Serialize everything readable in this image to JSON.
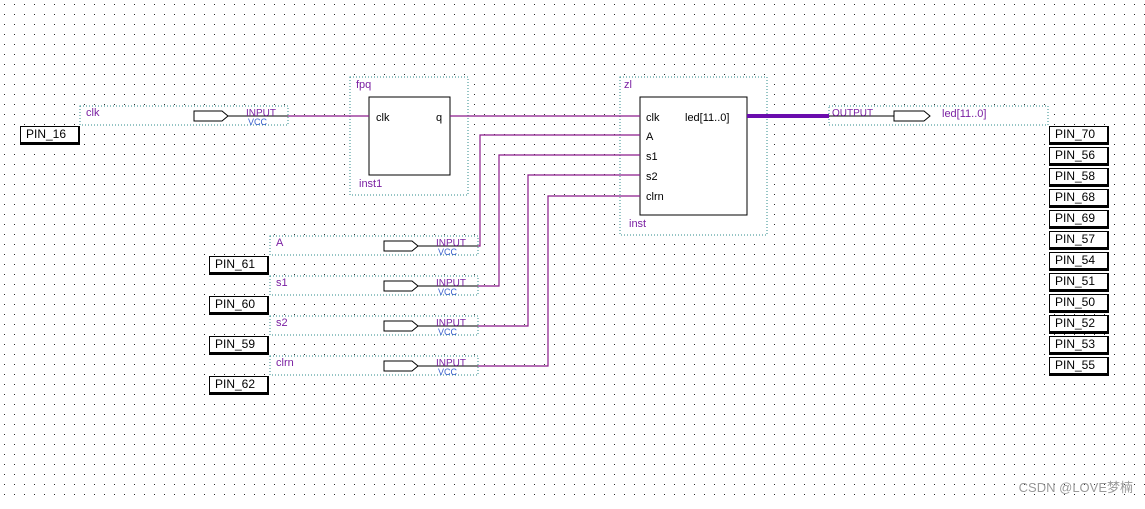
{
  "canvas": {
    "background": "#ffffff",
    "grid_dot_color": "#2a2a2a"
  },
  "colors": {
    "wire": "#8b1a8b",
    "bus": "#6a0dad",
    "dotted_border": "#2e8b8b",
    "port_text": "#7a1fa2",
    "block_text": "#7a1fa2",
    "vcc_text": "#3a5fcd",
    "pin_text": "#000000"
  },
  "inputs": {
    "clk": {
      "name": "clk",
      "type": "INPUT",
      "sub": "VCC",
      "pin": "PIN_16"
    },
    "A": {
      "name": "A",
      "type": "INPUT",
      "sub": "VCC",
      "pin": "PIN_61"
    },
    "s1": {
      "name": "s1",
      "type": "INPUT",
      "sub": "VCC",
      "pin": "PIN_60"
    },
    "s2": {
      "name": "s2",
      "type": "INPUT",
      "sub": "VCC",
      "pin": "PIN_59"
    },
    "clrn": {
      "name": "clrn",
      "type": "INPUT",
      "sub": "VCC",
      "pin": "PIN_62"
    }
  },
  "fpq": {
    "title": "fpq",
    "instance": "inst1",
    "port_in": "clk",
    "port_out": "q"
  },
  "zl": {
    "title": "zl",
    "instance": "inst",
    "ports_in": [
      "clk",
      "A",
      "s1",
      "s2",
      "clrn"
    ],
    "port_out": "led[11..0]"
  },
  "output": {
    "type": "OUTPUT",
    "name": "led[11..0]"
  },
  "output_pins": [
    "PIN_70",
    "PIN_56",
    "PIN_58",
    "PIN_68",
    "PIN_69",
    "PIN_57",
    "PIN_54",
    "PIN_51",
    "PIN_50",
    "PIN_52",
    "PIN_53",
    "PIN_55"
  ],
  "watermark": "CSDN @LOVE梦楠"
}
